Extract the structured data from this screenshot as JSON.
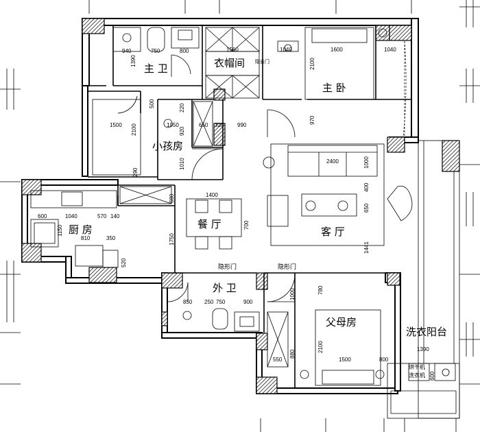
{
  "rooms": {
    "master_bath": "主 卫",
    "cloakroom": "衣帽间",
    "master_bedroom": "主 卧",
    "kids_room": "小孩房",
    "kitchen": "厨 房",
    "dining": "餐 厅",
    "living": "客 厅",
    "guest_bath": "外 卫",
    "parents_room": "父母房",
    "laundry_balcony": "洗衣阳台"
  },
  "labels": {
    "sliding_door_1": "隐形门",
    "sliding_door_2": "隐形门",
    "hidden_door_top": "隐去门",
    "dryer": "烘干机",
    "washer": "洗衣机"
  },
  "dims": {
    "d940": "940",
    "d750a": "750",
    "d800a": "800",
    "d1390": "1390",
    "d1560": "1560",
    "d1040a": "1040",
    "d1600": "1600",
    "d1040b": "1040",
    "d2100a": "2100",
    "d970": "970",
    "d500": "500",
    "d220": "220",
    "d1500a": "1500",
    "d2100b": "2100",
    "d1050": "1050",
    "d920": "920",
    "d650": "650",
    "d320": "320",
    "d990": "990",
    "d1010": "1010",
    "d2400": "2400",
    "d1000a": "1000",
    "d290": "290",
    "d400": "400",
    "d600a": "600",
    "d1040c": "1040",
    "d570": "570",
    "d140": "140",
    "d1150": "1150",
    "d810": "810",
    "d350": "350",
    "d520": "520",
    "d1400": "1400",
    "d680": "680",
    "d700": "700",
    "d650b": "650",
    "d1441": "1441",
    "d1750": "1750",
    "d850": "850",
    "d250": "250",
    "d750b": "750",
    "d900": "900",
    "d1000b": "1000",
    "d780": "780",
    "d1390b": "1390",
    "d550": "550",
    "d880": "880",
    "d2100c": "2100",
    "d1500b": "1500",
    "d800b": "800",
    "d600b": "600"
  }
}
